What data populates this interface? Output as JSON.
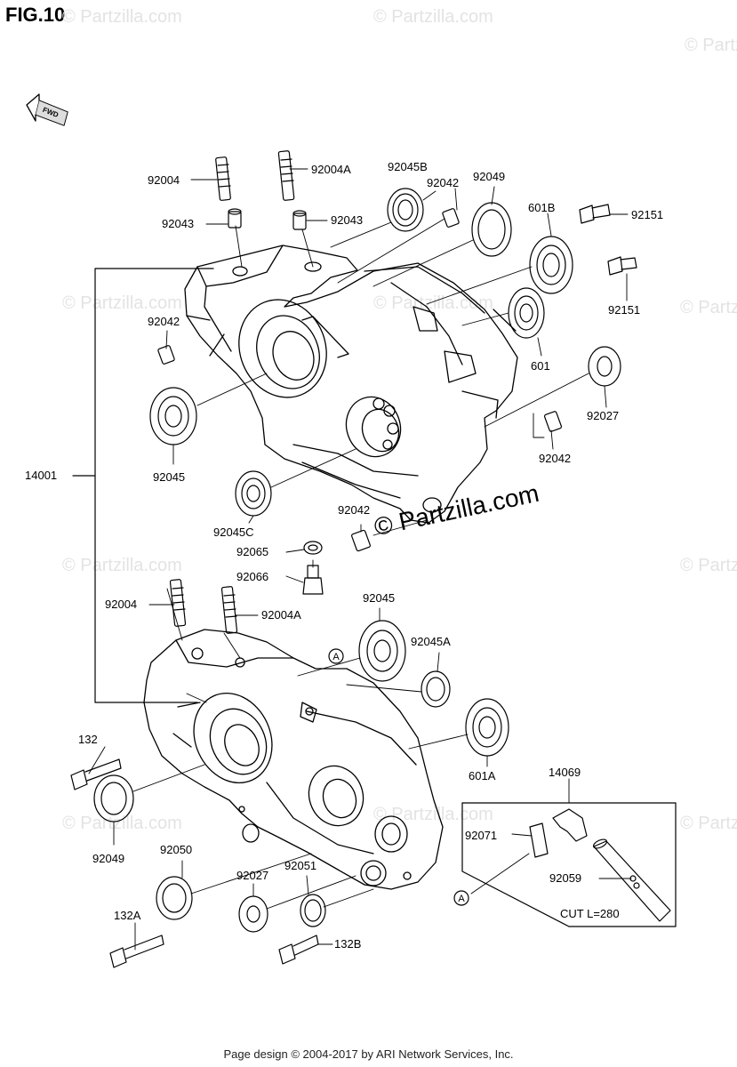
{
  "figure": {
    "title": "FIG.10"
  },
  "fwd_label": "FWD",
  "copyright": "© Partzilla.com",
  "watermark": "© Partzilla.com",
  "footer": "Page design © 2004-2017 by ARI Network Services, Inc.",
  "callouts": {
    "a1": "A",
    "a2": "A"
  },
  "parts": {
    "p92004_top": "92004",
    "p92004A_top": "92004A",
    "p92043_left": "92043",
    "p92043_right": "92043",
    "p92045B": "92045B",
    "p92042_top": "92042",
    "p92049_top": "92049",
    "p601B": "601B",
    "p92151_a": "92151",
    "p92151_b": "92151",
    "p92042_left": "92042",
    "p601": "601",
    "p92027_right": "92027",
    "p92042_right": "92042",
    "p14001": "14001",
    "p92045_left": "92045",
    "p92045C": "92045C",
    "p92042_mid": "92042",
    "p92065": "92065",
    "p92066": "92066",
    "p92004_low": "92004",
    "p92004A_low": "92004A",
    "p92045_low": "92045",
    "p92045A": "92045A",
    "p132": "132",
    "p601A": "601A",
    "p14069": "14069",
    "p92071": "92071",
    "p92049_low": "92049",
    "p92050": "92050",
    "p92027_low": "92027",
    "p92051": "92051",
    "p92059": "92059",
    "cut": "CUT L=280",
    "p132A": "132A",
    "p132B": "132B"
  }
}
